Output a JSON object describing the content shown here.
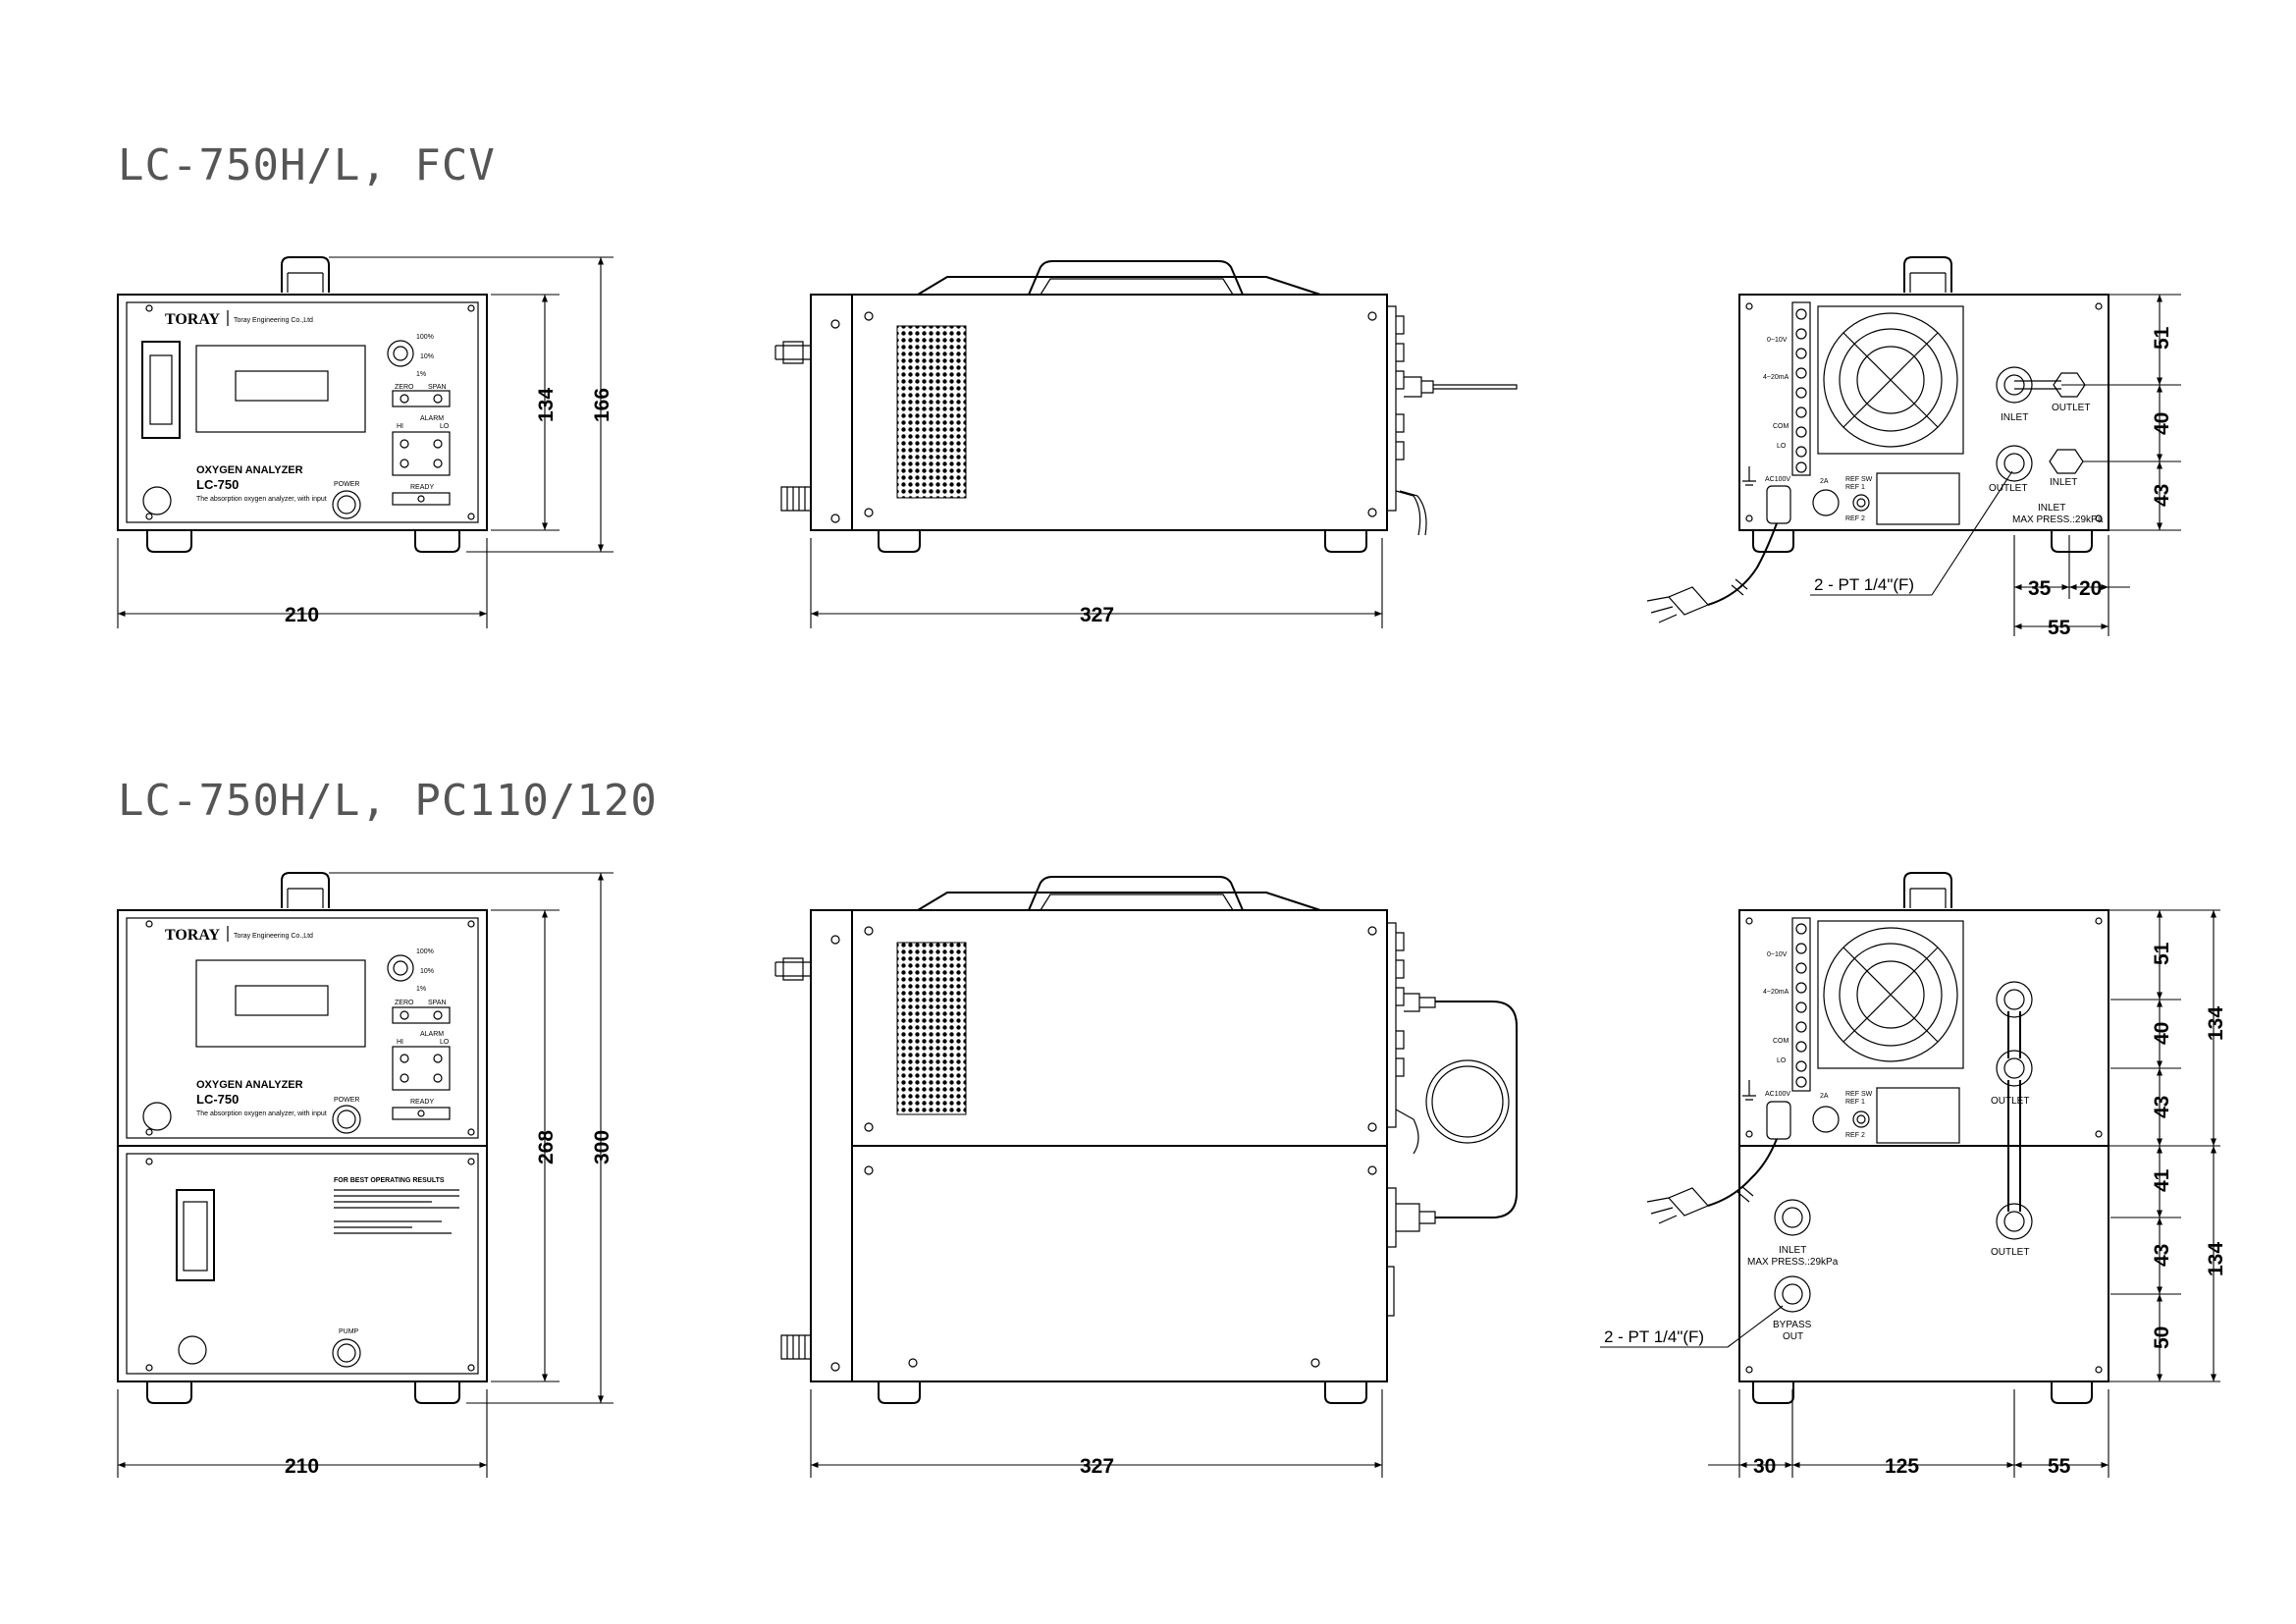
{
  "titles": {
    "top": "LC-750H/L, FCV",
    "bottom": "LC-750H/L, PC110/120"
  },
  "front_panel": {
    "brand": "TORAY",
    "maker": "Toray Engineering Co.,Ltd",
    "product_title": "OXYGEN ANALYZER",
    "model": "LC-750",
    "description": "The absorption oxygen analyzer, with input",
    "power_label": "POWER",
    "zero_label": "ZERO",
    "span_label": "SPAN",
    "alarm_label": "ALARM",
    "hi_label": "HI",
    "lo_label": "LO",
    "ready_label": "READY",
    "pump_label": "PUMP",
    "notice_title": "FOR BEST OPERATING RESULTS"
  },
  "rear_panel": {
    "terminal_labels": [
      "0~10V",
      "4~20mA",
      "COM",
      "LO"
    ],
    "power_socket_label": "AC100V",
    "fuse_label": "2A",
    "ref_labels": [
      "REF SW",
      "REF 1",
      "REF 2"
    ],
    "inlet_label": "INLET",
    "outlet_label": "OUTLET",
    "max_press_top": "INLET\nMAX PRESS.:29kPa",
    "max_press_bottom": "MAX PRESS.:29kPa",
    "bypass_label": "BYPASS",
    "bypass_out_label": "OUT",
    "port_callout": "2 - PT 1/4\"(F)"
  },
  "dimensions": {
    "top": {
      "front_width": "210",
      "front_inner_height": "134",
      "front_total_height": "166",
      "side_depth": "327",
      "rear_v1": "51",
      "rear_v2": "40",
      "rear_v3": "43",
      "rear_h1": "35",
      "rear_h2": "20",
      "rear_h3": "55"
    },
    "bottom": {
      "front_width": "210",
      "front_inner_height": "268",
      "front_total_height": "300",
      "side_depth": "327",
      "rear_v1": "51",
      "rear_v2": "40",
      "rear_v3": "43",
      "rear_v4": "41",
      "rear_v5": "43",
      "rear_v6": "50",
      "rear_section_upper": "134",
      "rear_section_lower": "134",
      "rear_h1": "30",
      "rear_h2": "125",
      "rear_h3": "55"
    }
  }
}
